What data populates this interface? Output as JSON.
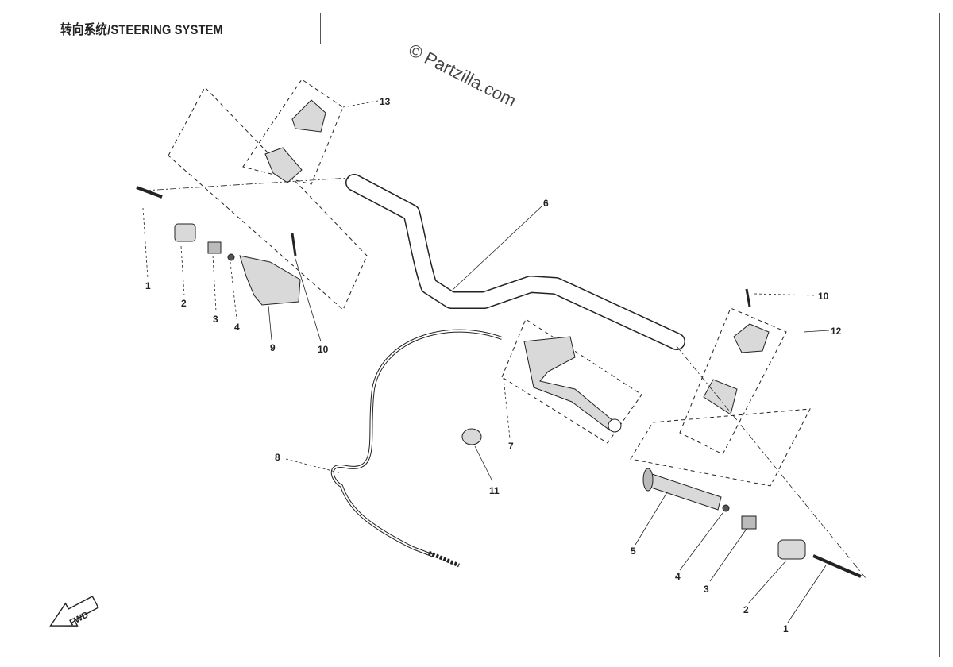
{
  "title": "转向系统/STEERING SYSTEM",
  "watermark": "© Partzilla.com",
  "fwd_label": "FWD",
  "callouts": {
    "c1_left": "1",
    "c2_left": "2",
    "c3_left": "3",
    "c4_left": "4",
    "c9": "9",
    "c10_left": "10",
    "c13": "13",
    "c6": "6",
    "c10_right": "10",
    "c12": "12",
    "c7": "7",
    "c8": "8",
    "c11": "11",
    "c5": "5",
    "c4_right": "4",
    "c3_right": "3",
    "c2_right": "2",
    "c1_right": "1"
  },
  "colors": {
    "line": "#222222",
    "part_fill": "#d9d9d9",
    "part_dark": "#555555"
  }
}
